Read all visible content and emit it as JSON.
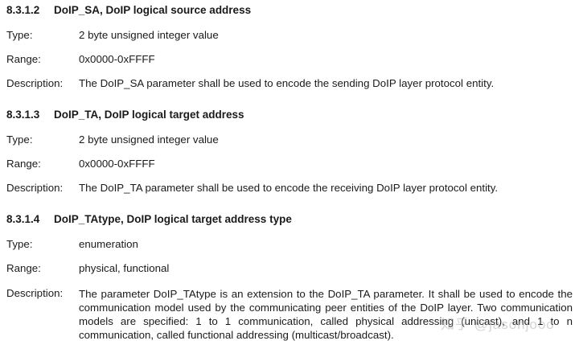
{
  "sections": [
    {
      "number": "8.3.1.2",
      "title": "DoIP_SA, DoIP logical source address",
      "fields": [
        {
          "label": "Type:",
          "value": "2 byte unsigned integer value"
        },
        {
          "label": "Range:",
          "value": "0x0000-0xFFFF"
        },
        {
          "label": "Description:",
          "value": "The DoIP_SA parameter shall be used to encode the sending DoIP layer protocol entity."
        }
      ]
    },
    {
      "number": "8.3.1.3",
      "title": "DoIP_TA, DoIP logical target address",
      "fields": [
        {
          "label": "Type:",
          "value": "2 byte unsigned integer value"
        },
        {
          "label": "Range:",
          "value": "0x0000-0xFFFF"
        },
        {
          "label": "Description:",
          "value": "The DoIP_TA parameter shall be used to encode the receiving DoIP layer protocol entity."
        }
      ]
    },
    {
      "number": "8.3.1.4",
      "title": "DoIP_TAtype, DoIP logical target address type",
      "fields": [
        {
          "label": "Type:",
          "value": "enumeration"
        },
        {
          "label": "Range:",
          "value": "physical, functional"
        },
        {
          "label": "Description:",
          "value": "The parameter DoIP_TAtype is an extension to the DoIP_TA parameter. It shall be used to encode the communication model used by the communicating peer entities of the DoIP layer. Two communication models are specified: 1 to 1 communication, called physical addressing (unicast), and 1 to n communication, called functional addressing (multicast/broadcast)."
        }
      ]
    }
  ],
  "watermark": "知乎 @jasonjooo"
}
